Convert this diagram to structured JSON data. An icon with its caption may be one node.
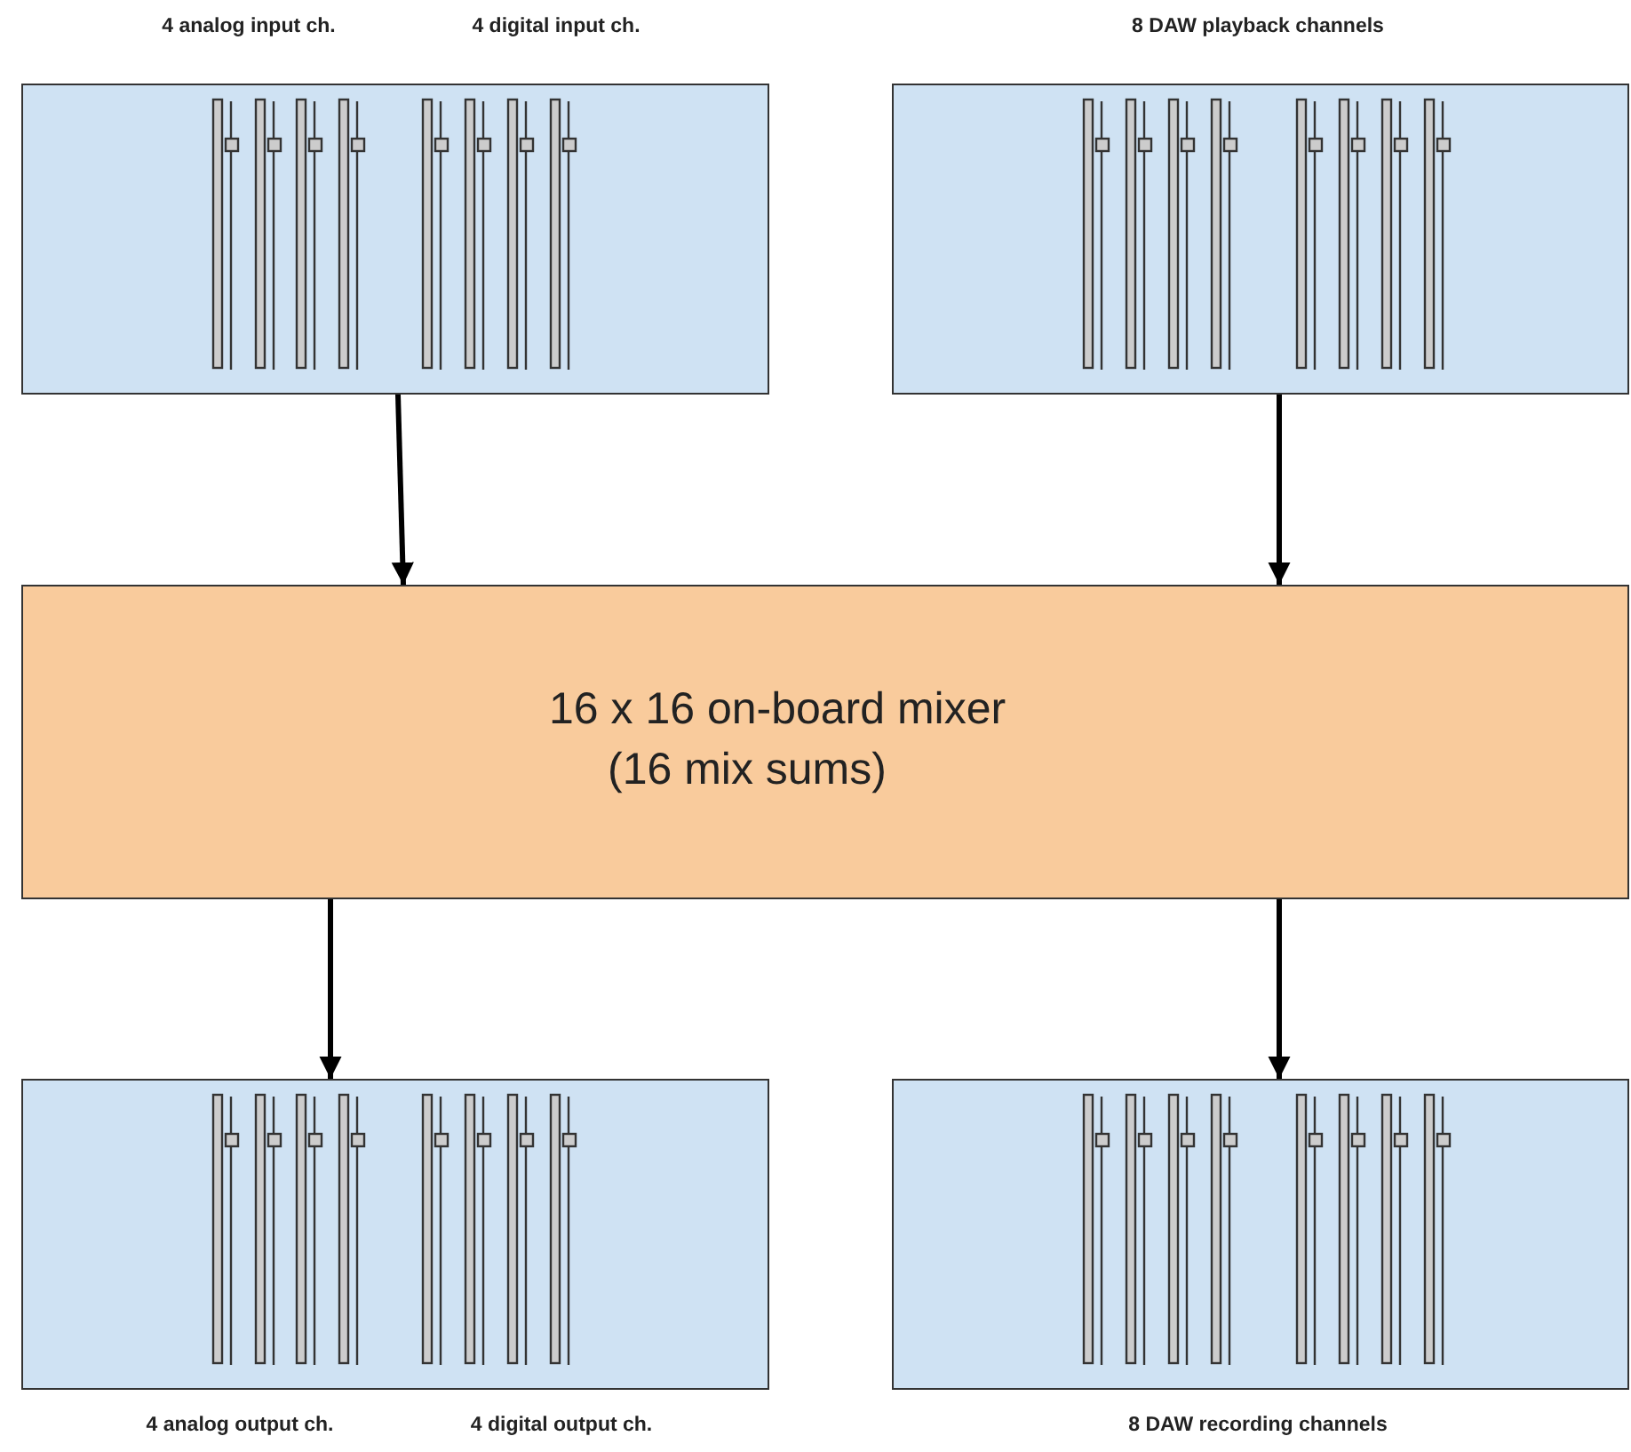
{
  "diagram": {
    "nodes": [
      {
        "text": [
          "4 analog input ch.",
          "4 digital input ch."
        ]
      },
      {
        "text": [
          "8 DAW playback channels"
        ]
      },
      {
        "text": [
          "16 x 16 on-board mixer",
          "(16 mix sums)"
        ]
      },
      {
        "text": [
          "4 analog output ch.",
          "4 digital output ch."
        ]
      },
      {
        "text": [
          "8 DAW recording channels"
        ]
      }
    ],
    "edges": [
      {
        "from": 0,
        "to": 2,
        "arrow": "to"
      },
      {
        "from": 1,
        "to": 2,
        "arrow": "to"
      },
      {
        "from": 2,
        "to": 3,
        "arrow": "to"
      },
      {
        "from": 2,
        "to": 4,
        "arrow": "to"
      }
    ]
  }
}
